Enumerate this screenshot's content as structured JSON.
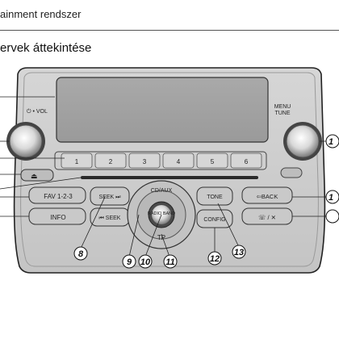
{
  "header": {
    "title": "ainment rendszer"
  },
  "section": {
    "title": "ervek áttekintése"
  },
  "panel": {
    "top_left_label": "⏻ • VOL",
    "top_right_label_line1": "MENU",
    "top_right_label_line2": "TUNE",
    "preset_buttons": [
      "1",
      "2",
      "3",
      "4",
      "5",
      "6"
    ],
    "left_buttons": [
      "FAV 1-2-3",
      "INFO"
    ],
    "seek_buttons": [
      "SEEK ⏭",
      "⏮ SEEK"
    ],
    "center_top": "CD/AUX",
    "center_knob": "RADIO BAND",
    "center_bottom": "TP",
    "tone_buttons": [
      "TONE",
      "CONFIG"
    ],
    "right_buttons": [
      "⇦BACK",
      "☏ / ✕"
    ]
  },
  "callouts": [
    "8",
    "9",
    "10",
    "11",
    "12",
    "13",
    "1",
    "1"
  ]
}
